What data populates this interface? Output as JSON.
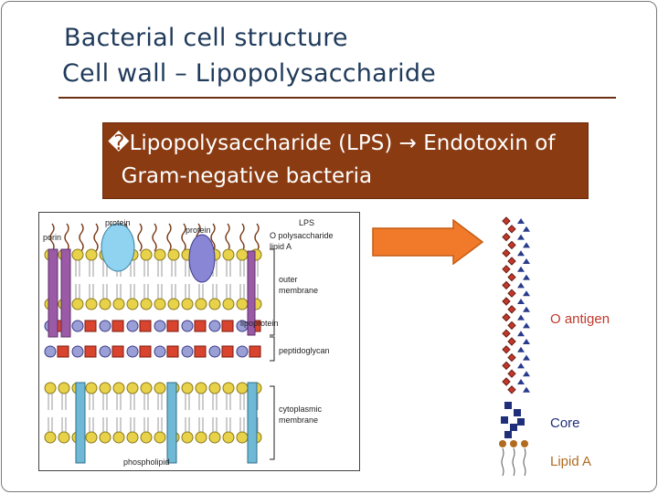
{
  "slide": {
    "title": "Bacterial cell structure",
    "subtitle": "Cell wall – Lipopolysaccharide",
    "banner": {
      "bullet": "�",
      "line1": "Lipopolysaccharide (LPS) → Endotoxin of",
      "line2": "Gram-negative bacteria"
    }
  },
  "diagram": {
    "labels": {
      "porin": "porin",
      "protein_left": "protein",
      "protein_right": "protein",
      "lps": "LPS",
      "o_polysaccharide": "O polysaccharide",
      "lipid_a": "lipid A",
      "outer_membrane_1": "outer",
      "outer_membrane_2": "membrane",
      "lipoprotein": "lipoprotein",
      "peptidoglycan": "peptidoglycan",
      "cytoplasmic_1": "cytoplasmic",
      "cytoplasmic_2": "membrane",
      "phospholipid": "phospholipid"
    }
  },
  "lps_structure": {
    "o_antigen": "O antigen",
    "core": "Core",
    "lipid_a": "Lipid A"
  },
  "colors": {
    "title": "#1f3a5a",
    "banner": "#8a3b12",
    "arrow": "#f07a2a",
    "o_antigen": "#c0392b",
    "core": "#1f2f7a",
    "lipid_a": "#b06b20"
  }
}
